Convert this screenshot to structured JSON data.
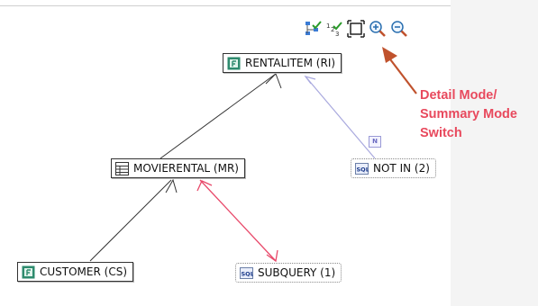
{
  "toolbar": {
    "items": [
      {
        "name": "layout-tree-icon",
        "title": "Layout"
      },
      {
        "name": "numbering-icon",
        "title": "Numbering"
      },
      {
        "name": "detail-summary-switch-icon",
        "title": "Detail Mode/Summary Mode Switch"
      },
      {
        "name": "zoom-in-icon",
        "title": "Zoom In"
      },
      {
        "name": "zoom-out-icon",
        "title": "Zoom Out"
      }
    ],
    "numbering_text": "1 2 3"
  },
  "nodes": {
    "rentalitem": {
      "label": "RENTALITEM (RI)",
      "kind": "table"
    },
    "movierental": {
      "label": "MOVIERENTAL (MR)",
      "kind": "view"
    },
    "notin": {
      "label": "NOT IN (2)",
      "kind": "sql"
    },
    "customer": {
      "label": "CUSTOMER (CS)",
      "kind": "table"
    },
    "subquery": {
      "label": "SUBQUERY (1)",
      "kind": "sql"
    }
  },
  "edges": [
    {
      "from": "movierental",
      "to": "rentalitem",
      "color": "#333333"
    },
    {
      "from": "notin",
      "to": "rentalitem",
      "color": "#a9a9de"
    },
    {
      "from": "customer",
      "to": "movierental",
      "color": "#333333"
    },
    {
      "from": "movierental",
      "to": "subquery",
      "color": "#e8496a"
    }
  ],
  "badge": {
    "text": "N"
  },
  "annotation": {
    "lines": [
      "Detail Mode/",
      "Summary Mode",
      "Switch"
    ],
    "color": "#e8495d",
    "arrow_color": "#c0522d"
  },
  "colors": {
    "table_icon": "#2e8b6e",
    "sql_icon_text": "#1a3a8a"
  }
}
